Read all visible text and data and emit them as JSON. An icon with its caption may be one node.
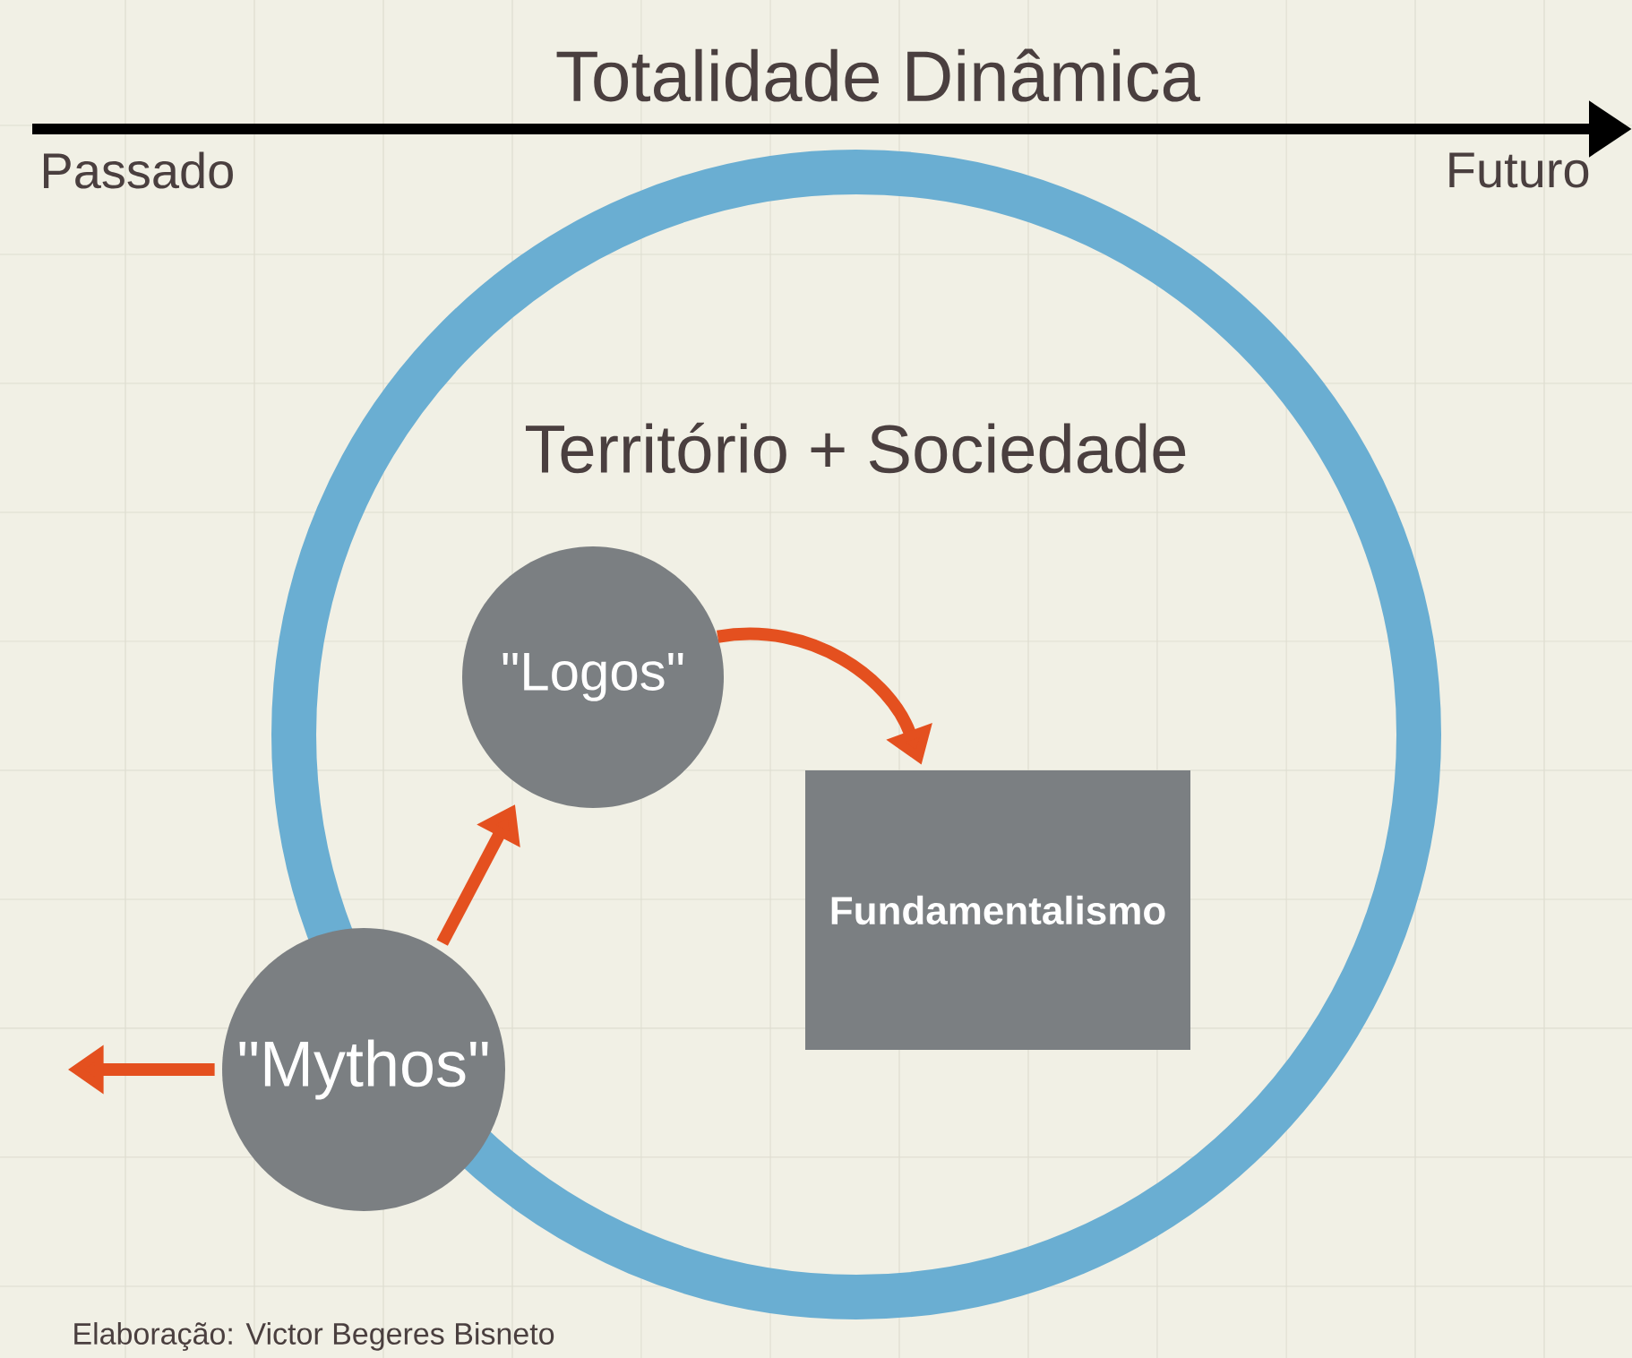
{
  "diagram": {
    "title": "Totalidade Dinâmica",
    "nodes": [
      {
        "text": [
          "Território + Sociedade"
        ]
      },
      {
        "text": [
          "\"Logos\""
        ],
        "in": 0
      },
      {
        "text": [
          "Fundamentalismo"
        ],
        "in": 0
      },
      {
        "text": [
          "\"Mythos\""
        ]
      }
    ],
    "edges": [
      {
        "from": 3,
        "to": 1,
        "arrow": "to"
      },
      {
        "from": 1,
        "to": 2,
        "arrow": "to"
      },
      {
        "from": 3,
        "to": null,
        "arrow": "to"
      }
    ],
    "labels": [
      "Passado",
      "Futuro",
      "Elaboração: Victor Begeres Bisneto"
    ]
  }
}
